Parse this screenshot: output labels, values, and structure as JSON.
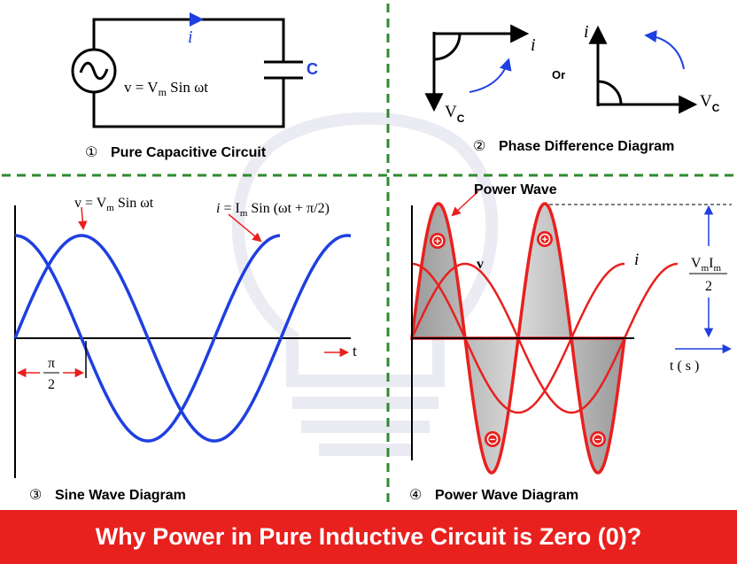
{
  "panel1": {
    "current_label": "i",
    "capacitor_label": "C",
    "voltage_eq_prefix": "v = V",
    "voltage_eq_sub": "m",
    "voltage_eq_suffix": " Sin ωt",
    "caption_num": "①",
    "caption": "Pure Capacitive Circuit"
  },
  "panel2": {
    "left_current_label": "i",
    "left_vc_main": "V",
    "left_vc_sub": "C",
    "or_label": "Or",
    "right_current_label": "i",
    "right_vc_main": "V",
    "right_vc_sub": "C",
    "caption_num": "②",
    "caption": "Phase Difference Diagram"
  },
  "panel3": {
    "v_eq_prefix": "v = V",
    "v_eq_sub": "m",
    "v_eq_suffix": " Sin ωt",
    "i_eq_i": "i",
    "i_eq_prefix": " = I",
    "i_eq_sub": "m",
    "i_eq_suffix": " Sin (ωt + π/2)",
    "t_label": "t",
    "pi_num": "π",
    "pi_den": "2",
    "caption_num": "③",
    "caption": "Sine Wave Diagram"
  },
  "panel4": {
    "power_wave_label": "Power Wave",
    "v_label": "v",
    "i_label": "i",
    "vm_main": "V",
    "vm_sub": "m",
    "im_main": "I",
    "im_sub": "m",
    "frac_den": "2",
    "t_label": "t ( s )",
    "plus_sign": "+",
    "minus_sign": "−",
    "caption_num": "④",
    "caption": "Power Wave Diagram"
  },
  "banner": {
    "title": "Why Power in Pure Inductive Circuit is Zero (0)?"
  },
  "colors": {
    "blue": "#1f3fe0",
    "red": "#e8201e",
    "green_divider": "#2e8b2e",
    "banner_bg": "#e8201e"
  }
}
